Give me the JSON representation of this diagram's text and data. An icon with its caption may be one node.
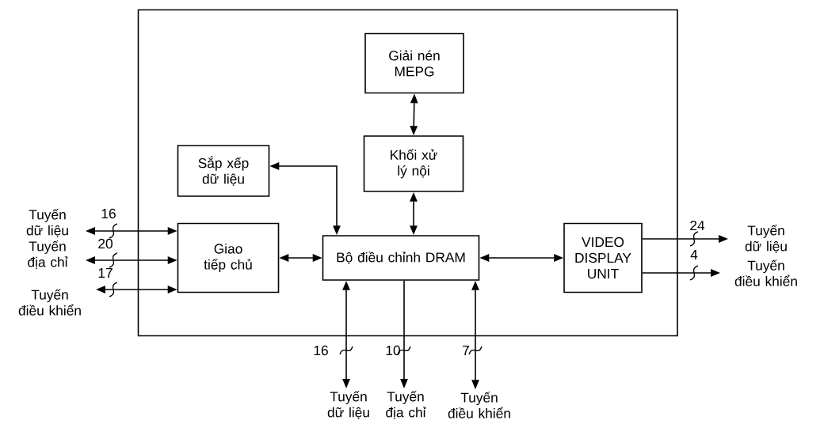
{
  "diagram": {
    "nodes": [
      {
        "text": [],
        "shape": "box"
      },
      {
        "text": [
          "Giải nén MEPG"
        ],
        "in": 0
      },
      {
        "text": [
          "Sắp xếp dữ liệu"
        ],
        "in": 0
      },
      {
        "text": [
          "Khối xử lý nội"
        ],
        "in": 0
      },
      {
        "text": [
          "Giao tiếp chủ"
        ],
        "in": 0
      },
      {
        "text": [
          "Bộ điều chỉnh DRAM"
        ],
        "in": 0
      },
      {
        "text": [
          "VIDEO DISPLAY UNIT"
        ],
        "in": 0
      },
      {
        "text": [
          "Tuyến dữ liệu"
        ]
      },
      {
        "text": [
          "Tuyến địa chỉ"
        ]
      },
      {
        "text": [
          "Tuyến điều khiển"
        ]
      },
      {
        "text": [
          "Tuyến dữ liệu"
        ]
      },
      {
        "text": [
          "Tuyến điều khiển"
        ]
      },
      {
        "text": [
          "Tuyến dữ liệu"
        ]
      },
      {
        "text": [
          "Tuyến địa chỉ"
        ]
      },
      {
        "text": [
          "Tuyến điều khiển"
        ]
      }
    ],
    "edges": [
      {
        "from": 7,
        "to": 4,
        "arrow": "both",
        "label": "16"
      },
      {
        "from": 8,
        "to": 4,
        "arrow": "both",
        "label": "20"
      },
      {
        "from": 9,
        "to": 4,
        "arrow": "both",
        "label": "17"
      },
      {
        "from": 4,
        "to": 5,
        "arrow": "both"
      },
      {
        "from": 2,
        "to": 5,
        "arrow": "both"
      },
      {
        "from": 3,
        "to": 1,
        "arrow": "both"
      },
      {
        "from": 3,
        "to": 5,
        "arrow": "both"
      },
      {
        "from": 5,
        "to": 6,
        "arrow": "both"
      },
      {
        "from": 6,
        "to": 10,
        "arrow": "to",
        "label": "24"
      },
      {
        "from": 6,
        "to": 11,
        "arrow": "to",
        "label": "4"
      },
      {
        "from": 5,
        "to": 12,
        "arrow": "both",
        "label": "16"
      },
      {
        "from": 5,
        "to": 13,
        "arrow": "to",
        "label": "10"
      },
      {
        "from": 5,
        "to": 14,
        "arrow": "both",
        "label": "7"
      }
    ]
  }
}
